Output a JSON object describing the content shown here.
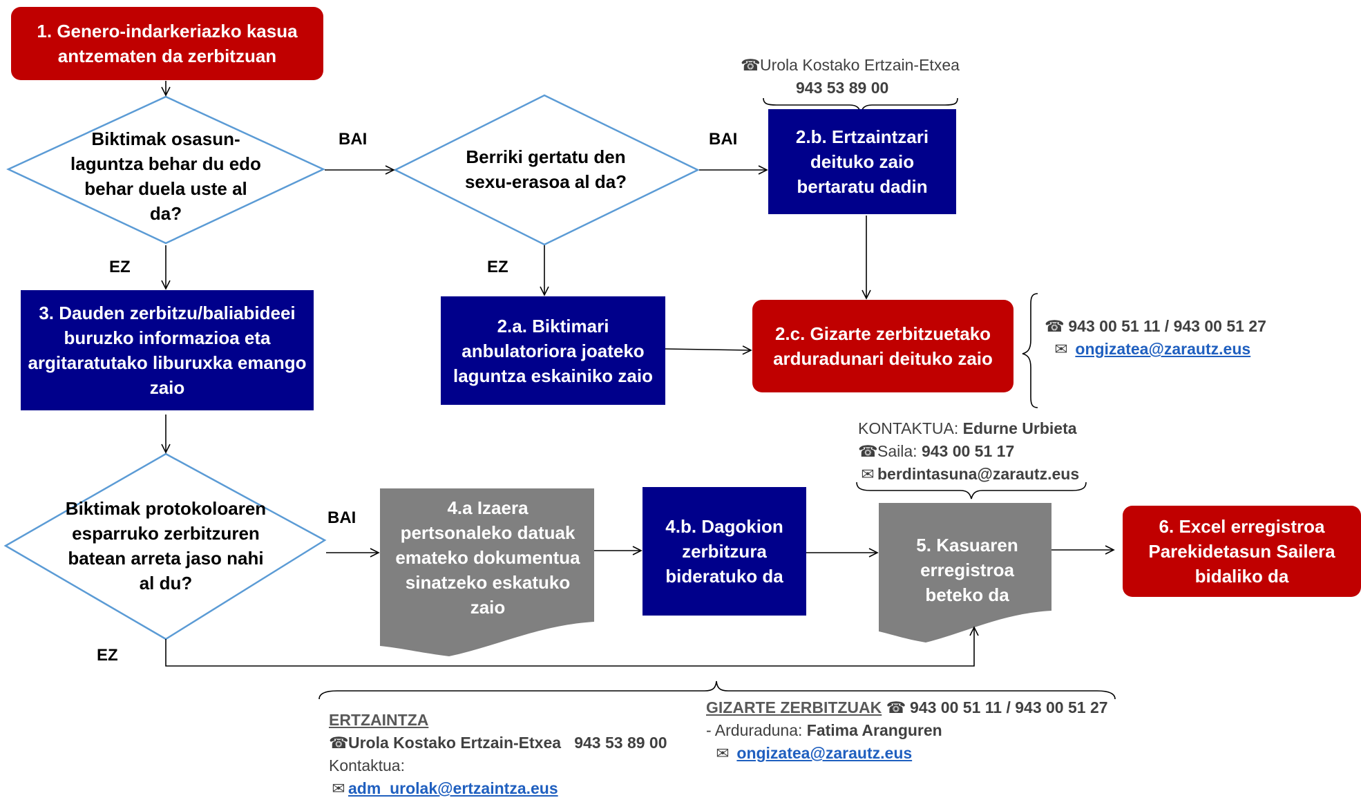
{
  "nodes": {
    "n1": "1. Genero-indarkeriazko kasua antzematen da zerbitzuan",
    "d1": "Biktimak osasun-laguntza behar du edo behar duela uste al da?",
    "d2": "Berriki gertatu den sexu-erasoa al da?",
    "n2b": "2.b. Ertzaintzari deituko zaio bertaratu dadin",
    "n2a": "2.a. Biktimari anbulatoriora joateko laguntza eskainiko zaio",
    "n2c": "2.c. Gizarte zerbitzuetako arduradunari deituko zaio",
    "n3": "3. Dauden zerbitzu/baliabideei buruzko informazioa eta argitaratutako liburuxka emango zaio",
    "d3": "Biktimak protokoloaren esparruko zerbitzuren batean arreta jaso nahi al du?",
    "n4a": "4.a Izaera pertsonaleko datuak emateko dokumentua sinatzeko eskatuko zaio",
    "n4b": "4.b. Dagokion zerbitzura bideratuko da",
    "n5": "5. Kasuaren erregistroa beteko da",
    "n6": "6. Excel erregistroa Parekidetasun Sailera bidaliko da"
  },
  "edge_labels": {
    "bai1": "BAI",
    "bai2": "BAI",
    "bai3": "BAI",
    "ez1": "EZ",
    "ez2": "EZ",
    "ez3": "EZ"
  },
  "contacts": {
    "ertzain_top": {
      "name": "Urola Kostako Ertzain-Etxea",
      "phone": "943 53 89 00"
    },
    "gizarte_right": {
      "phones": "943 00 51 11 / 943 00 51 27",
      "email": "ongizatea@zarautz.eus"
    },
    "kontaktua": {
      "label": "KONTAKTUA:",
      "name": "Edurne Urbieta",
      "saila_label": "Saila:",
      "saila_phone": "943 00 51 17",
      "email": "berdintasuna@zarautz.eus"
    },
    "bottom_ertzaintza": {
      "heading": "ERTZAINTZA",
      "line": "Urola Kostako Ertzain-Etxea   943 53 89 00",
      "kontaktua": "Kontaktua:",
      "email": "adm_urolak@ertzaintza.eus"
    },
    "bottom_gizarte": {
      "heading": "GIZARTE ZERBITZUAK",
      "phones": "943 00 51 11 / 943 00 51 27",
      "arduraduna_label": "- Arduraduna:",
      "arduraduna_name": "Fatima Aranguren",
      "email": "ongizatea@zarautz.eus"
    }
  },
  "icons": {
    "phone": "phone-icon",
    "mail": "envelope-icon"
  },
  "colors": {
    "red": "#c00000",
    "blue": "#00008b",
    "gray": "#808080",
    "diamond_stroke": "#5b9bd5"
  }
}
